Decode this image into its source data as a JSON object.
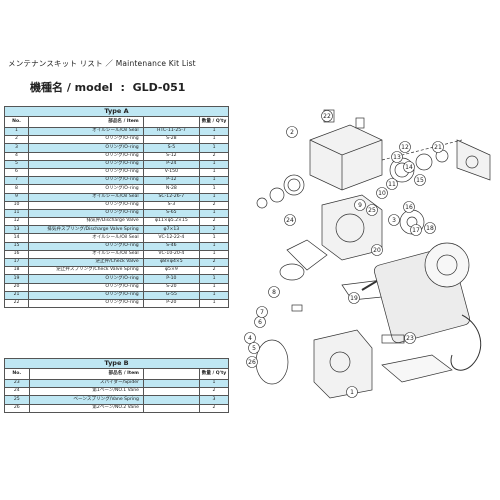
{
  "header": {
    "title": "メンテナンスキット リスト ／ Maintenance Kit List",
    "model_label": "機種名 / model",
    "model_value": "GLD-051"
  },
  "columns": {
    "no": "No.",
    "name": "部品名 / Item",
    "part": "",
    "qty": "数量 / Q'ty"
  },
  "type_a": {
    "title": "Type A",
    "rows": [
      {
        "no": "1",
        "name": "オイルシール/Oil Seal",
        "part": "HTC-11-25-7",
        "qty": "1"
      },
      {
        "no": "2",
        "name": "Oリング/O-ring",
        "part": "S-28",
        "qty": "1"
      },
      {
        "no": "3",
        "name": "Oリング/O-ring",
        "part": "S-5",
        "qty": "1"
      },
      {
        "no": "4",
        "name": "Oリング/O-ring",
        "part": "S-12",
        "qty": "2"
      },
      {
        "no": "5",
        "name": "Oリング/O-ring",
        "part": "P-24",
        "qty": "1"
      },
      {
        "no": "6",
        "name": "Oリング/O-ring",
        "part": "V-150",
        "qty": "1"
      },
      {
        "no": "7",
        "name": "Oリング/O-ring",
        "part": "P-12",
        "qty": "1"
      },
      {
        "no": "8",
        "name": "Oリング/O-ring",
        "part": "N-28",
        "qty": "1"
      },
      {
        "no": "9",
        "name": "オイルシール/Oil Seal",
        "part": "SC-12-26-7",
        "qty": "1"
      },
      {
        "no": "10",
        "name": "Oリング/O-ring",
        "part": "S-3",
        "qty": "2"
      },
      {
        "no": "11",
        "name": "Oリング/O-ring",
        "part": "S-65",
        "qty": "1"
      },
      {
        "no": "12",
        "name": "排気弁/Discharge Valve",
        "part": "φ11×φ5.2×15",
        "qty": "2"
      },
      {
        "no": "13",
        "name": "排気弁スプリング/Discharge Valve Spring",
        "part": "φ7×13",
        "qty": "2"
      },
      {
        "no": "14",
        "name": "オイルシール/Oil Seal",
        "part": "VC-12-22-4",
        "qty": "1"
      },
      {
        "no": "15",
        "name": "Oリング/O-ring",
        "part": "S-46",
        "qty": "1"
      },
      {
        "no": "16",
        "name": "オイルシール/Oil Seal",
        "part": "VC-10-20-4",
        "qty": "1"
      },
      {
        "no": "17",
        "name": "逆止弁/Check Valve",
        "part": "φ8×φ4×5",
        "qty": "2"
      },
      {
        "no": "18",
        "name": "逆止弁スプリング/Check Valve Spring",
        "part": "φ5×9",
        "qty": "2"
      },
      {
        "no": "19",
        "name": "Oリング/O-ring",
        "part": "P-10",
        "qty": "1"
      },
      {
        "no": "20",
        "name": "Oリング/O-ring",
        "part": "S-20",
        "qty": "1"
      },
      {
        "no": "21",
        "name": "Oリング/O-ring",
        "part": "G-55",
        "qty": "1"
      },
      {
        "no": "22",
        "name": "Oリング/O-ring",
        "part": "P-20",
        "qty": "1"
      }
    ]
  },
  "type_b": {
    "title": "Type B",
    "rows": [
      {
        "no": "23",
        "name": "スパイダー/Spider",
        "part": "",
        "qty": "1"
      },
      {
        "no": "24",
        "name": "第1ベーン/NO.1 Vane",
        "part": "",
        "qty": "2"
      },
      {
        "no": "25",
        "name": "ベーンスプリング/Vane Spring",
        "part": "",
        "qty": "3"
      },
      {
        "no": "26",
        "name": "第2ベーン/NO.2 Vane",
        "part": "",
        "qty": "2"
      }
    ]
  },
  "diagram": {
    "callouts": [
      "1",
      "2",
      "3",
      "4",
      "5",
      "6",
      "7",
      "8",
      "9",
      "10",
      "11",
      "12",
      "13",
      "14",
      "15",
      "16",
      "17",
      "18",
      "19",
      "20",
      "21",
      "22",
      "23",
      "24",
      "25",
      "26"
    ]
  }
}
